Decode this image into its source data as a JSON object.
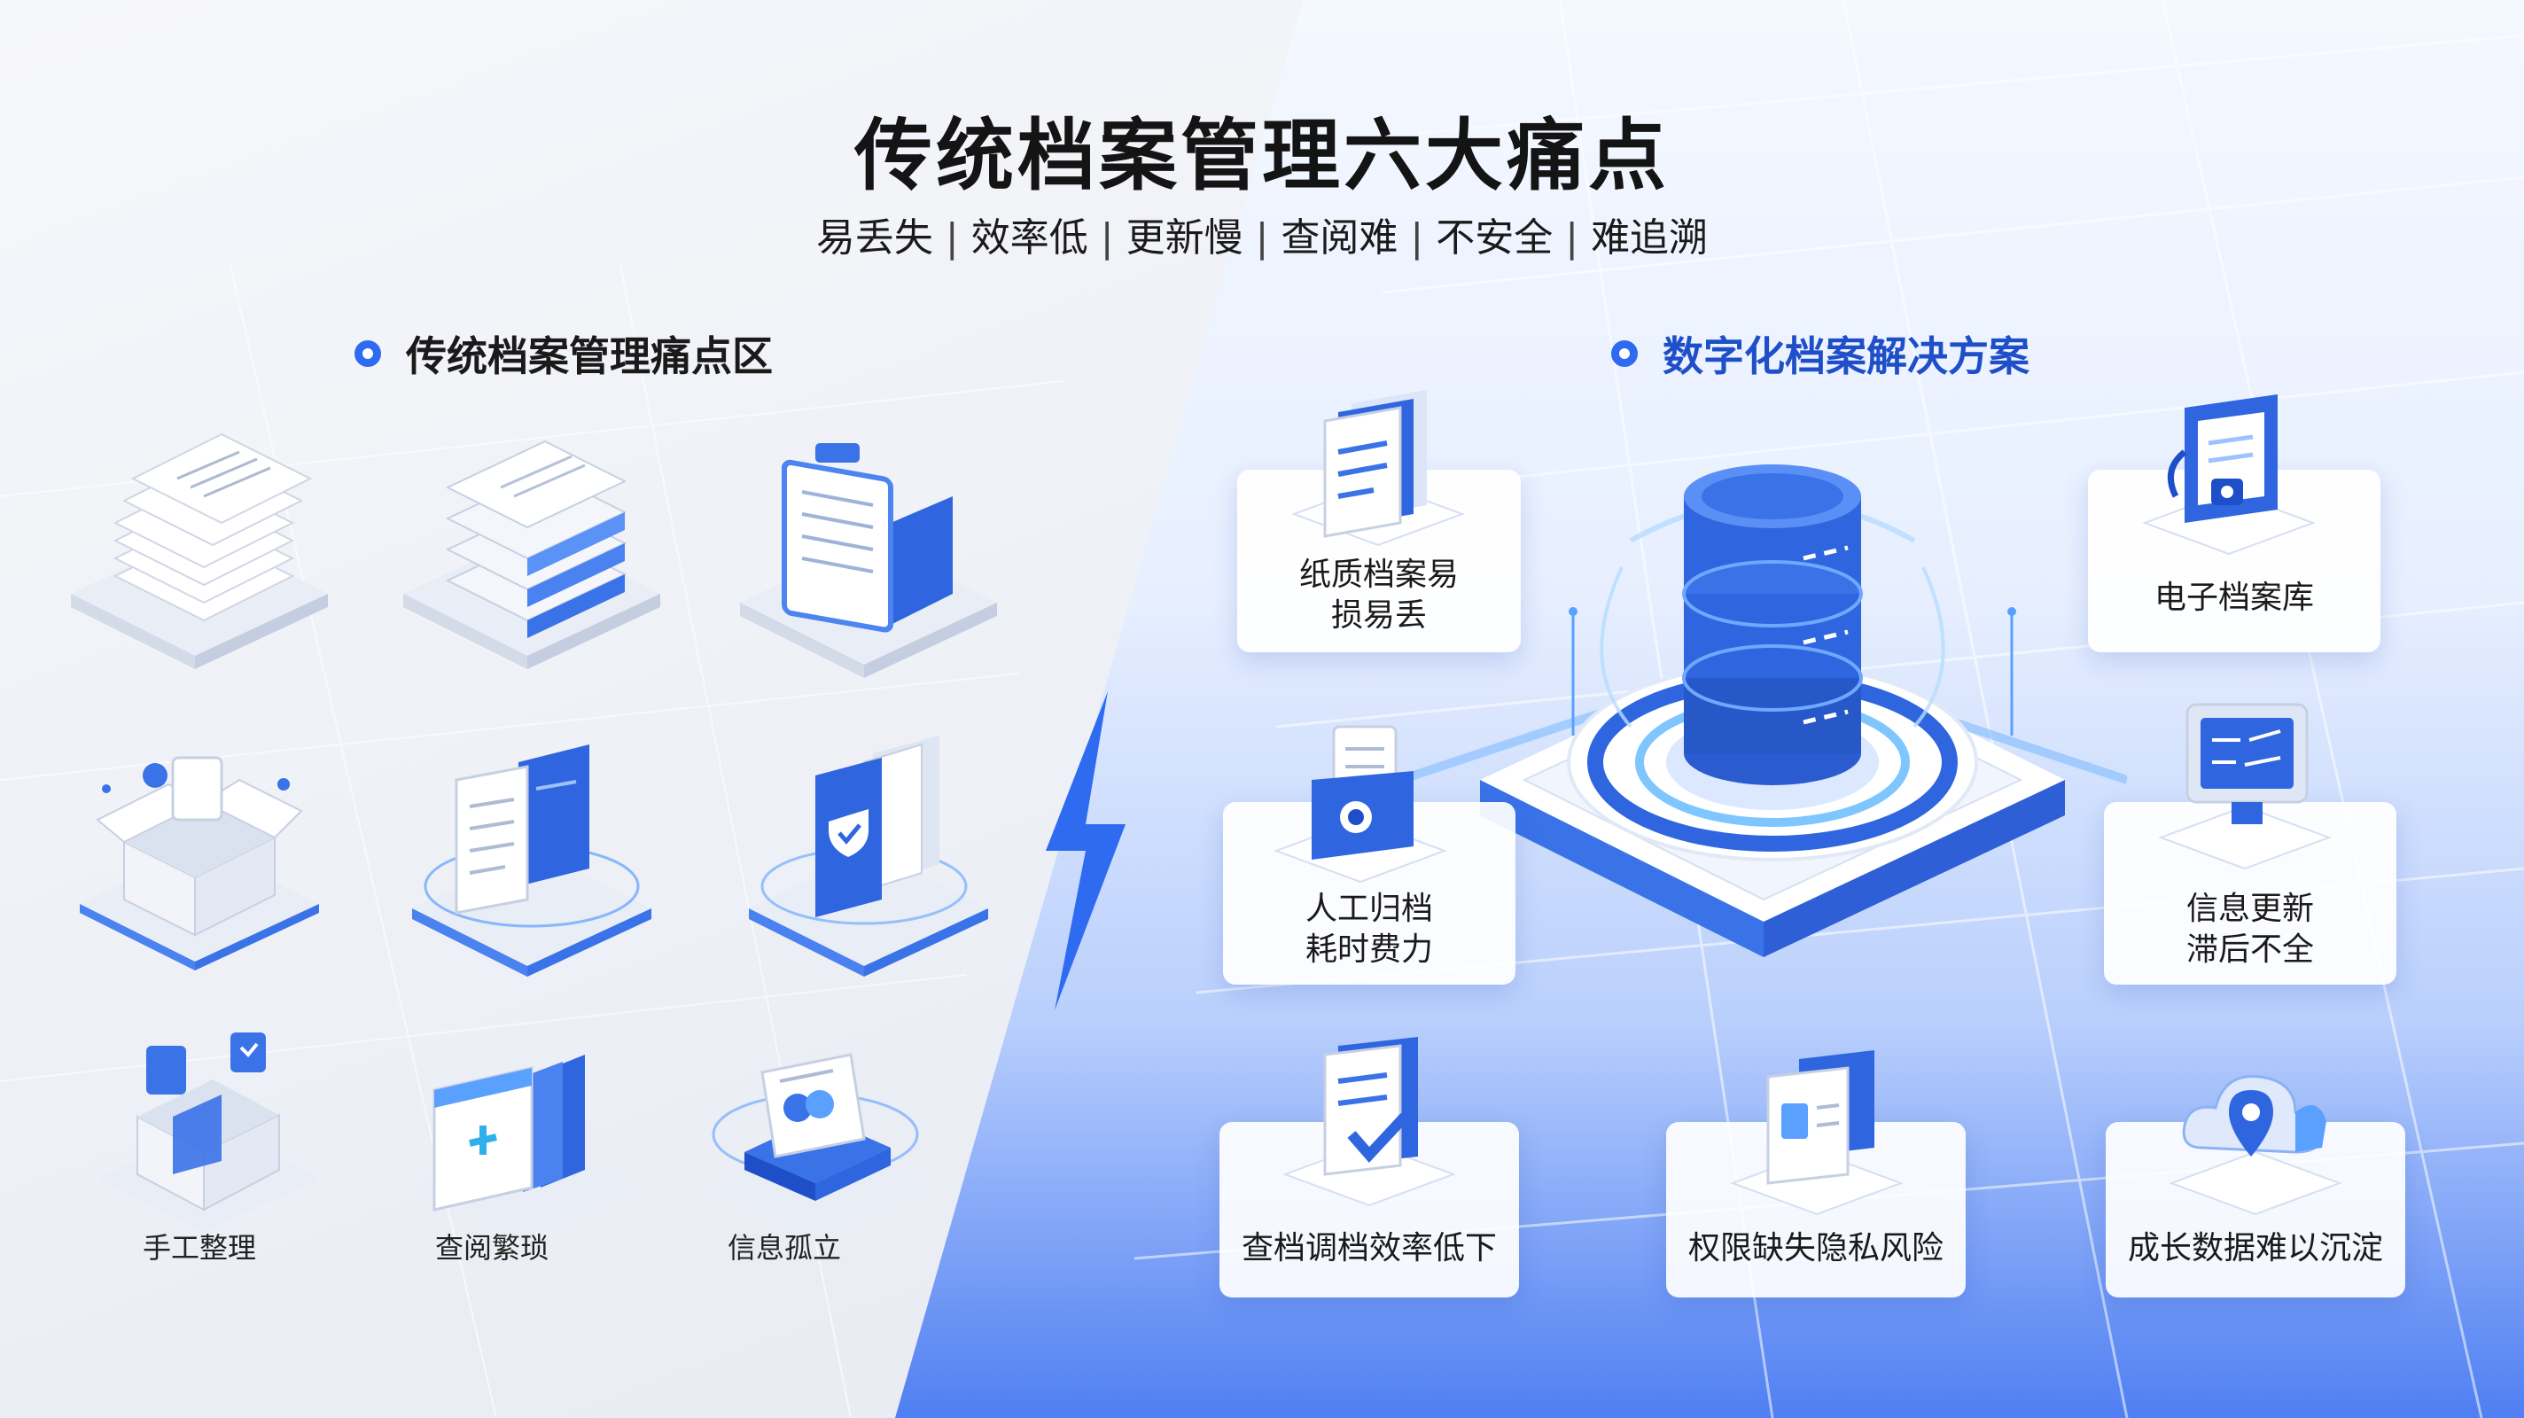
{
  "title": "传统档案管理六大痛点",
  "subtitle": {
    "items": [
      "易丢失",
      "效率低",
      "更新慢",
      "查阅难",
      "不安全",
      "难追溯"
    ],
    "separator": "|"
  },
  "left_section": {
    "heading": "传统档案管理痛点区",
    "labels": [
      "手工整理",
      "查阅繁琐",
      "信息孤立"
    ]
  },
  "right_section": {
    "heading": "数字化档案解决方案",
    "cards": [
      {
        "line1": "纸质档案易",
        "line2": "损易丢"
      },
      {
        "line1": "电子档案库",
        "line2": ""
      },
      {
        "line1": "人工归档",
        "line2": "耗时费力"
      },
      {
        "line1": "信息更新",
        "line2": "滞后不全"
      },
      {
        "line1": "查档调档效率低下",
        "line2": ""
      },
      {
        "line1": "权限缺失隐私风险",
        "line2": ""
      },
      {
        "line1": "成长数据难以沉淀",
        "line2": ""
      }
    ]
  },
  "colors": {
    "accent": "#2f6bf0",
    "accent_light": "#5aa0ff",
    "dark_text": "#141414",
    "heading_blue": "#1f4fc8"
  },
  "icons": [
    "paper-stack-icon",
    "folder-stack-icon",
    "clipboard-icon",
    "open-box-icon",
    "documents-icon",
    "shield-folder-icon",
    "box-folder-icon",
    "medical-folder-icon",
    "info-card-icon",
    "database-icon",
    "lightning-bolt-icon"
  ]
}
